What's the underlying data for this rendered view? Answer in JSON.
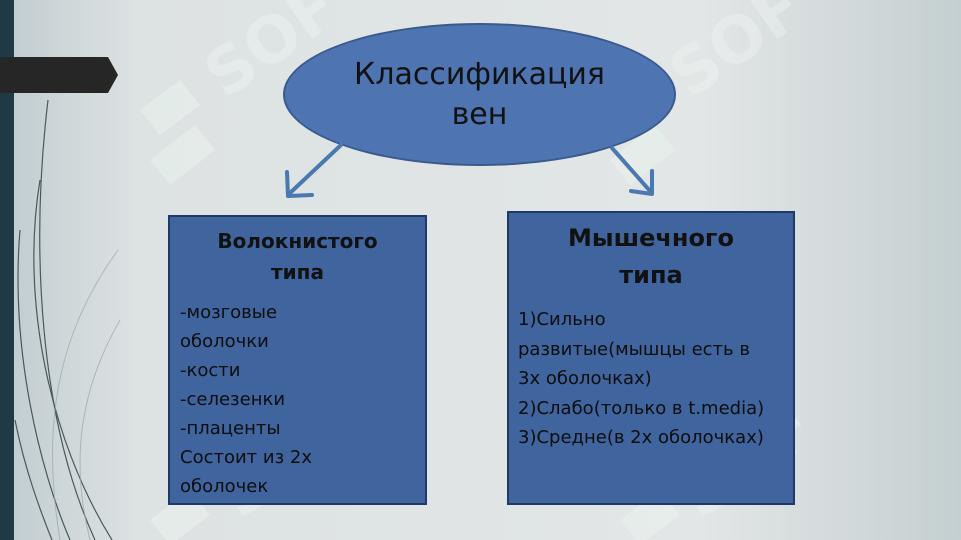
{
  "center": {
    "label_line1": "Классификация",
    "label_line2": "вен"
  },
  "left_box": {
    "title_line1": "Волокнистого",
    "title_line2": "типа",
    "items": [
      "-мозговые",
      "оболочки",
      "-кости",
      "-селезенки",
      "-плаценты",
      "Состоит из 2х",
      "оболочек"
    ]
  },
  "right_box": {
    "title_line1": "Мышечного",
    "title_line2": "типа",
    "items": [
      "1)Сильно",
      "развитые(мышцы есть в",
      "3х оболочках)",
      "2)Слабо(только в t.media)",
      "3)Средне(в 2х оболочках)"
    ]
  },
  "colors": {
    "node_fill": "#4f74b2",
    "box_fill": "#3f649e",
    "arrow": "#4a78b0"
  }
}
